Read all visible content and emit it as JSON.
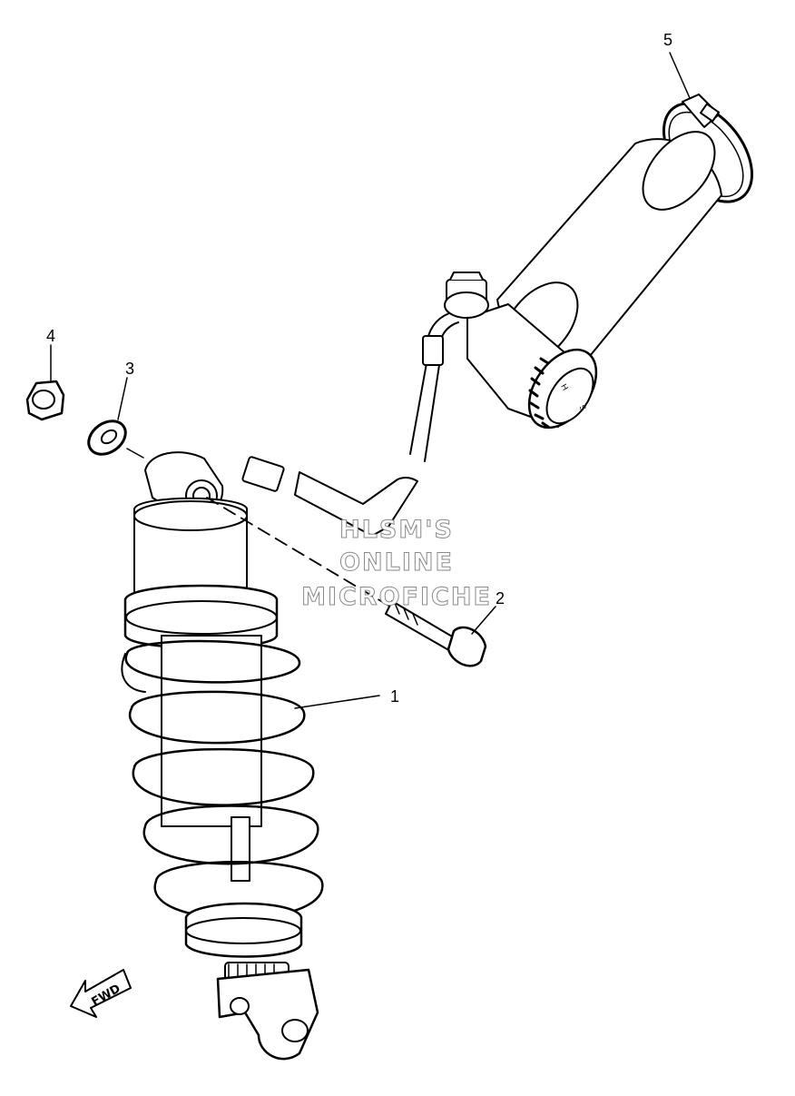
{
  "callouts": [
    {
      "id": "shock-absorber",
      "label": "1"
    },
    {
      "id": "bolt",
      "label": "2"
    },
    {
      "id": "washer",
      "label": "3"
    },
    {
      "id": "nut",
      "label": "4"
    },
    {
      "id": "band",
      "label": "5"
    }
  ],
  "watermark": {
    "line1": "HLSM'S",
    "line2": "ONLINE",
    "line3": "MICROFICHE"
  },
  "fwd_label": "FWD",
  "reservoir_text": {
    "h": "H",
    "s": "S"
  },
  "colors": {
    "ink": "#000000",
    "paper": "#ffffff",
    "watermark_outline": "#8a8a8a"
  }
}
